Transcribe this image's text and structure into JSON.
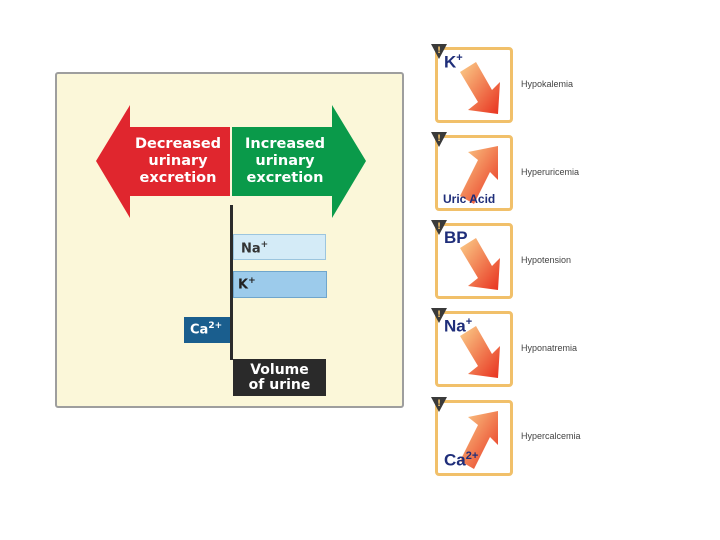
{
  "arrows": {
    "decreased": {
      "line1": "Decreased",
      "line2": "urinary",
      "line3": "excretion",
      "color": "#e0262e"
    },
    "increased": {
      "line1": "Increased",
      "line2": "urinary",
      "line3": "excretion",
      "color": "#0a9a4a"
    }
  },
  "bars": {
    "sodium": {
      "symbol": "Na",
      "charge": "+"
    },
    "potassium": {
      "symbol": "K",
      "charge": "+"
    },
    "calcium": {
      "symbol": "Ca",
      "charge": "2+"
    },
    "volume": {
      "line1": "Volume",
      "line2": "of urine"
    }
  },
  "tiles": [
    {
      "symbol": "K",
      "charge": "+",
      "direction": "down",
      "condition": "Hypokalemia"
    },
    {
      "symbol": "Uric Acid",
      "charge": "",
      "direction": "up",
      "condition": "Hyperuricemia"
    },
    {
      "symbol": "BP",
      "charge": "",
      "direction": "down",
      "condition": "Hypotension"
    },
    {
      "symbol": "Na",
      "charge": "+",
      "direction": "down",
      "condition": "Hyponatremia"
    },
    {
      "symbol": "Ca",
      "charge": "2+",
      "direction": "up",
      "condition": "Hypercalcemia"
    }
  ],
  "icons": {
    "tile_badge": "warning-icon",
    "tile_arrow": "trend-arrow-icon"
  },
  "colors": {
    "light_blue": "#d4ebf7",
    "mid_blue": "#9ccbeb",
    "dark_blue": "#1a5e8e",
    "dark_box": "#2a2a2a",
    "tile_border": "#f1c06a",
    "label_blue": "#1f2e7a"
  }
}
